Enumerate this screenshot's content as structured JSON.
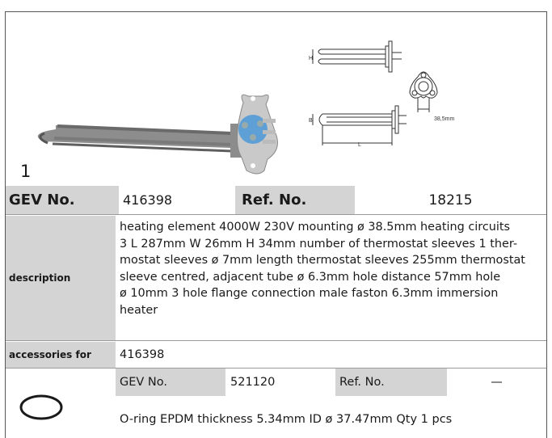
{
  "item_index": "1",
  "diagram": {
    "h_label": "H",
    "b_label": "B",
    "l_label": "L",
    "hole_dim": "38,5mm"
  },
  "header_row": {
    "gev_label": "GEV No.",
    "gev_value": "416398",
    "ref_label": "Ref. No.",
    "ref_value": "18215"
  },
  "description": {
    "label": "description",
    "lines": [
      "heating element  4000W 230V mounting ø 38.5mm heating circuits",
      "3 L 287mm W 26mm H 34mm number of thermostat sleeves 1 ther-",
      "mostat sleeves ø 7mm length thermostat sleeves 255mm thermostat",
      "sleeve centred, adjacent tube ø 6.3mm hole distance 57mm hole",
      "ø 10mm 3 hole flange connection male faston 6.3mm immersion",
      "heater"
    ]
  },
  "accessories": {
    "label": "accessories for",
    "value": "416398"
  },
  "accessory_item": {
    "gev_label": "GEV No.",
    "gev_value": "521120",
    "ref_label": "Ref. No.",
    "ref_value": "—",
    "text": "O-ring  EPDM thickness 5.34mm ID ø 37.47mm Qty 1 pcs"
  }
}
